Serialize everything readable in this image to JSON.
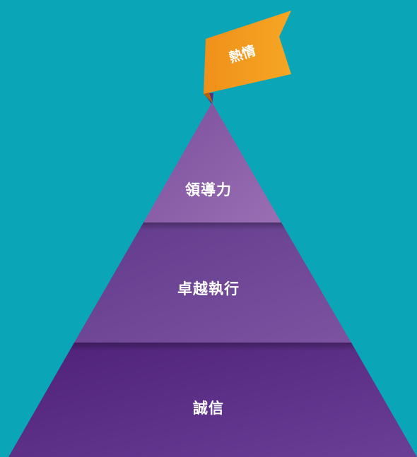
{
  "flag": {
    "label": "熱情"
  },
  "tiers": [
    {
      "label": "領導力"
    },
    {
      "label": "卓越執行"
    },
    {
      "label": "誠信"
    }
  ],
  "colors": {
    "background": "#0aa6b8",
    "flag": "#f29a1e",
    "tier_top": "#8a5ba3",
    "tier_middle": "#6f4393",
    "tier_bottom": "#5a2d82"
  }
}
